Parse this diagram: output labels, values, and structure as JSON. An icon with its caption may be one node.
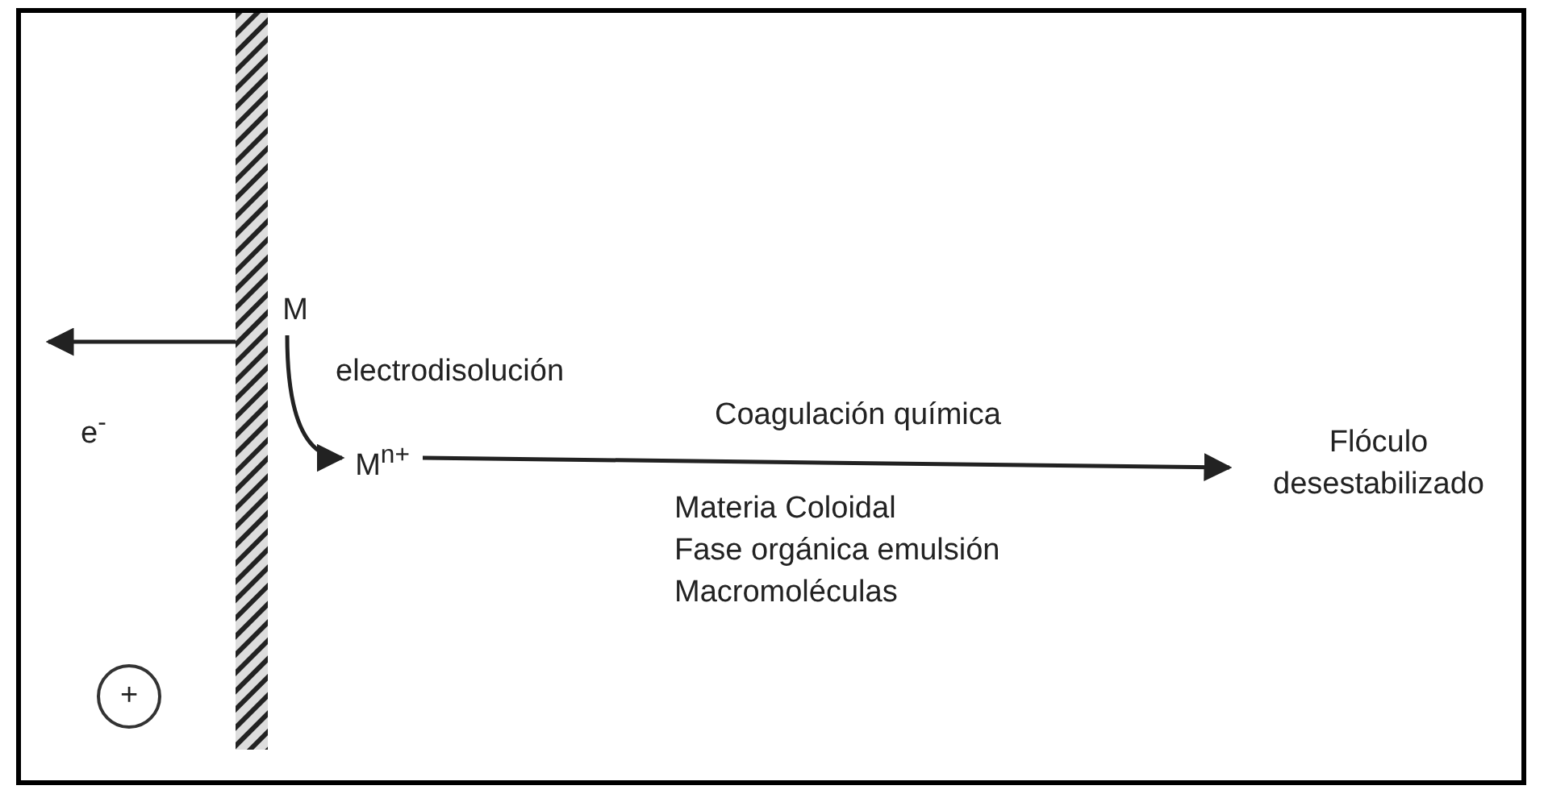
{
  "diagram": {
    "nodes": [
      {
        "text": [],
        "shape": "bar"
      },
      {
        "text": [
          "M"
        ]
      },
      {
        "text": [
          "M$^{n+}$"
        ]
      },
      {
        "text": [
          "Flóculo desestabilizado"
        ]
      },
      {
        "text": [
          "+"
        ]
      }
    ],
    "edges": [
      {
        "from": 0,
        "to": null,
        "arrow": "to"
      },
      {
        "from": 1,
        "to": 2,
        "arrow": "to",
        "label": "electrodisolución"
      },
      {
        "from": 2,
        "to": 3,
        "arrow": "to",
        "label": "Coagulación química"
      }
    ],
    "labels": [
      "e$^{-}$",
      "Materia Coloidal",
      "Fase orgánica emulsión",
      "Macromoléculas"
    ]
  }
}
